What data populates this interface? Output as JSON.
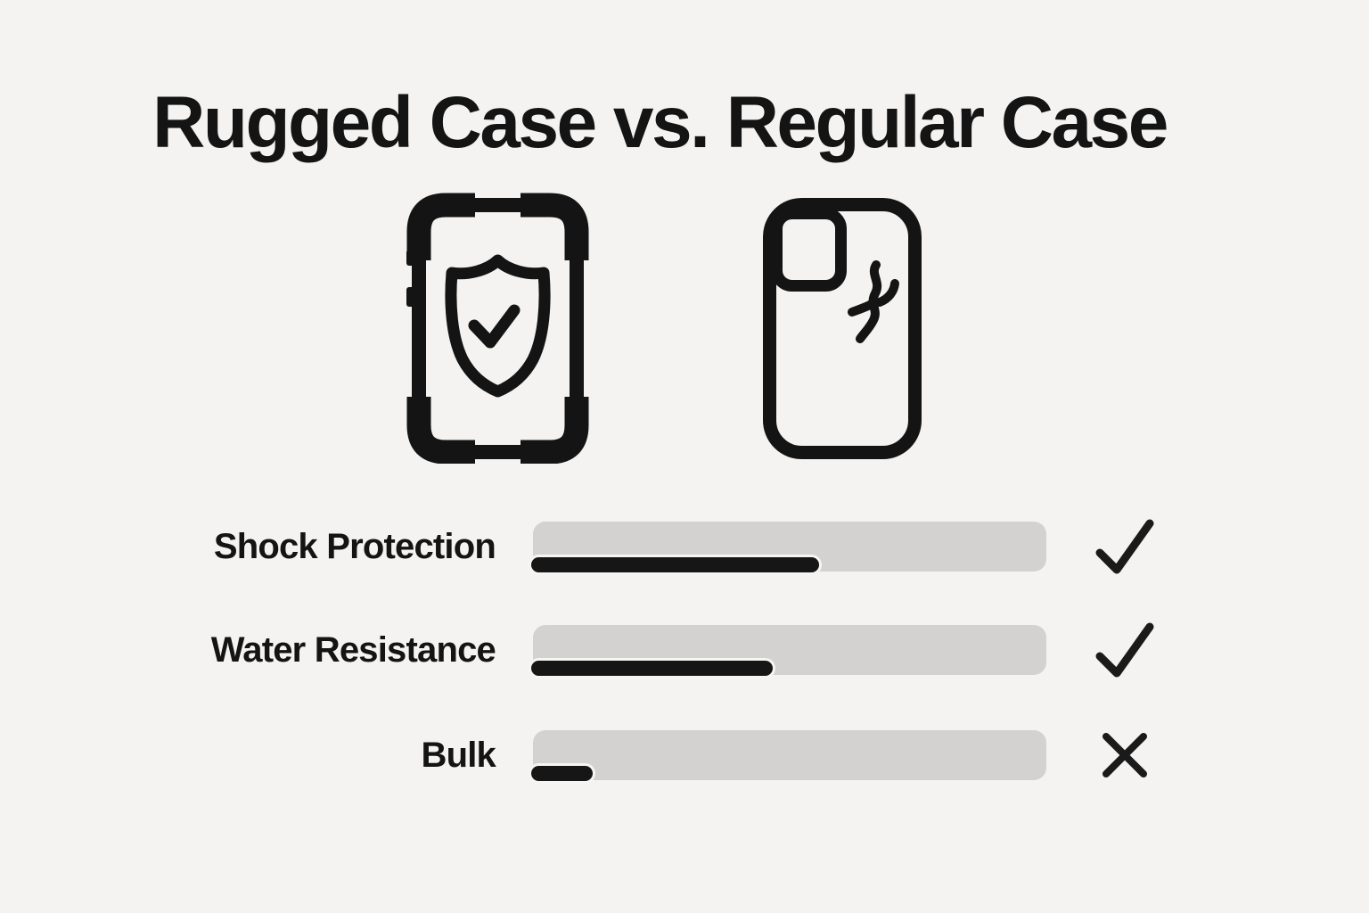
{
  "title": "Rugged Case vs. Regular Case",
  "illustrations": {
    "rugged_case_icon": "rugged-phone-case-with-shield-checkmark",
    "regular_case_icon": "regular-phone-case-with-crack"
  },
  "rows": [
    {
      "label": "Shock Protection",
      "fill_percent": 56,
      "mark": "check"
    },
    {
      "label": "Water Resistance",
      "fill_percent": 47,
      "mark": "check"
    },
    {
      "label": "Bulk",
      "fill_percent": 12,
      "mark": "cross"
    }
  ],
  "colors": {
    "background": "#f4f3f1",
    "bar_track": "#d3d2d1",
    "bar_fill": "#161616",
    "ink": "#141414"
  },
  "chart_data": {
    "type": "bar",
    "orientation": "horizontal",
    "title": "Rugged Case vs. Regular Case",
    "categories": [
      "Shock Protection",
      "Water Resistance",
      "Bulk"
    ],
    "values": [
      56,
      47,
      12
    ],
    "value_scale": "estimated percent of bar track (0-100), no tick labels shown",
    "ratings": [
      "check",
      "check",
      "cross"
    ],
    "xlim": [
      0,
      100
    ],
    "grid": false,
    "legend": false
  }
}
